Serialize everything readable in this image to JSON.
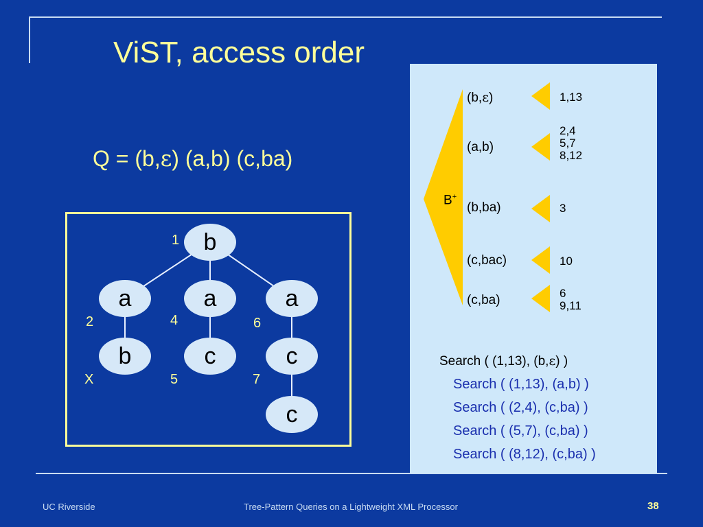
{
  "slide": {
    "title": "ViST, access order",
    "query_prefix": "Q = (b,",
    "query_eps": "ε",
    "query_suffix": ") (a,b) (c,ba)"
  },
  "tree": {
    "nodes": [
      {
        "letter": "b",
        "number": "1"
      },
      {
        "letter": "a",
        "number": "2"
      },
      {
        "letter": "a",
        "number": "4"
      },
      {
        "letter": "a",
        "number": "6"
      },
      {
        "letter": "b",
        "number": "X"
      },
      {
        "letter": "c",
        "number": "5"
      },
      {
        "letter": "c",
        "number": "7"
      },
      {
        "letter": "c",
        "number": ""
      }
    ]
  },
  "btree": {
    "label": "B",
    "label_sup": "+",
    "keys": [
      {
        "key_prefix": "(b,",
        "key_eps": "ε",
        "key_suffix": ")",
        "postings": "1,13"
      },
      {
        "key": "(a,b)",
        "postings": "2,4\n5,7\n8,12"
      },
      {
        "key": "(b,ba)",
        "postings": "3"
      },
      {
        "key": "(c,bac)",
        "postings": "10"
      },
      {
        "key": "(c,ba)",
        "postings": "6\n9,11"
      }
    ],
    "accent_color": "#ffcc00"
  },
  "search": {
    "main_prefix": "Search ( (1,13), (b,",
    "main_eps": "ε",
    "main_suffix": ") )",
    "subs": [
      "Search ( (1,13), (a,b) )",
      "Search ( (2,4), (c,ba) )",
      "Search ( (5,7), (c,ba) )",
      "Search ( (8,12), (c,ba) )"
    ]
  },
  "footer": {
    "left": "UC Riverside",
    "center": "Tree-Pattern Queries on a Lightweight XML Processor",
    "page": "38"
  },
  "colors": {
    "background": "#0c3aa0",
    "title": "#ffff99",
    "node_fill": "#d6e8f8",
    "panel": "#cfe8fa",
    "search_sub": "#1a2fae"
  }
}
